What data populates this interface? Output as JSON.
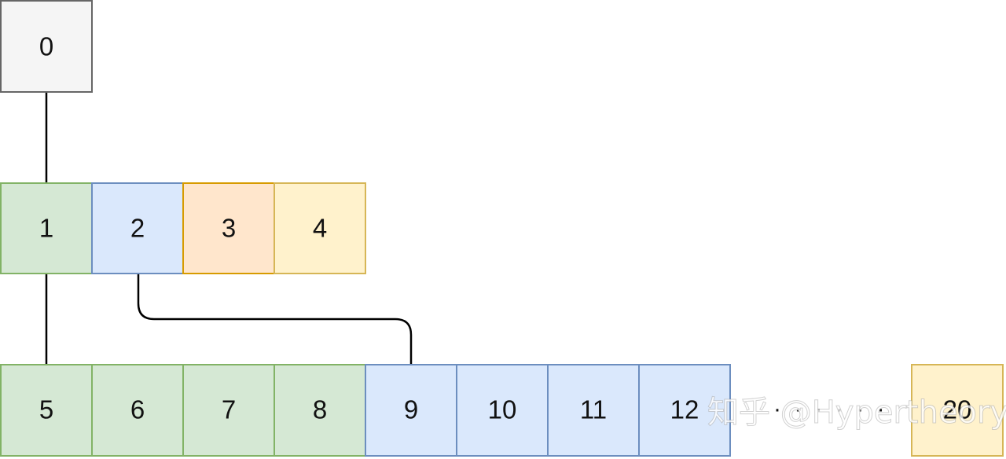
{
  "diagram": {
    "nodes": [
      {
        "id": "n0",
        "label": "0",
        "group": "root"
      },
      {
        "id": "n1",
        "label": "1",
        "group": "g1"
      },
      {
        "id": "n2",
        "label": "2",
        "group": "g2"
      },
      {
        "id": "n3",
        "label": "3",
        "group": "g3"
      },
      {
        "id": "n4",
        "label": "4",
        "group": "g4"
      },
      {
        "id": "n5",
        "label": "5",
        "group": "g1"
      },
      {
        "id": "n6",
        "label": "6",
        "group": "g1"
      },
      {
        "id": "n7",
        "label": "7",
        "group": "g1"
      },
      {
        "id": "n8",
        "label": "8",
        "group": "g1"
      },
      {
        "id": "n9",
        "label": "9",
        "group": "g2"
      },
      {
        "id": "n10",
        "label": "10",
        "group": "g2"
      },
      {
        "id": "n11",
        "label": "11",
        "group": "g2"
      },
      {
        "id": "n12",
        "label": "12",
        "group": "g2"
      },
      {
        "id": "n20",
        "label": "20",
        "group": "g4"
      }
    ],
    "edges": [
      {
        "from": "0",
        "to": "1"
      },
      {
        "from": "1",
        "to": "5"
      },
      {
        "from": "2",
        "to": "9"
      }
    ],
    "ellipsis": "· · · · · ·",
    "watermark": "知乎 @Hypertheory",
    "colors": {
      "root": {
        "fill": "#f5f5f5",
        "stroke": "#666666"
      },
      "g1": {
        "fill": "#d5e8d4",
        "stroke": "#82b366"
      },
      "g2": {
        "fill": "#dae8fc",
        "stroke": "#6c8ebf"
      },
      "g3": {
        "fill": "#ffe6cc",
        "stroke": "#d79b00"
      },
      "g4": {
        "fill": "#fff2cc",
        "stroke": "#d6b656"
      },
      "edge": "#000000"
    }
  }
}
